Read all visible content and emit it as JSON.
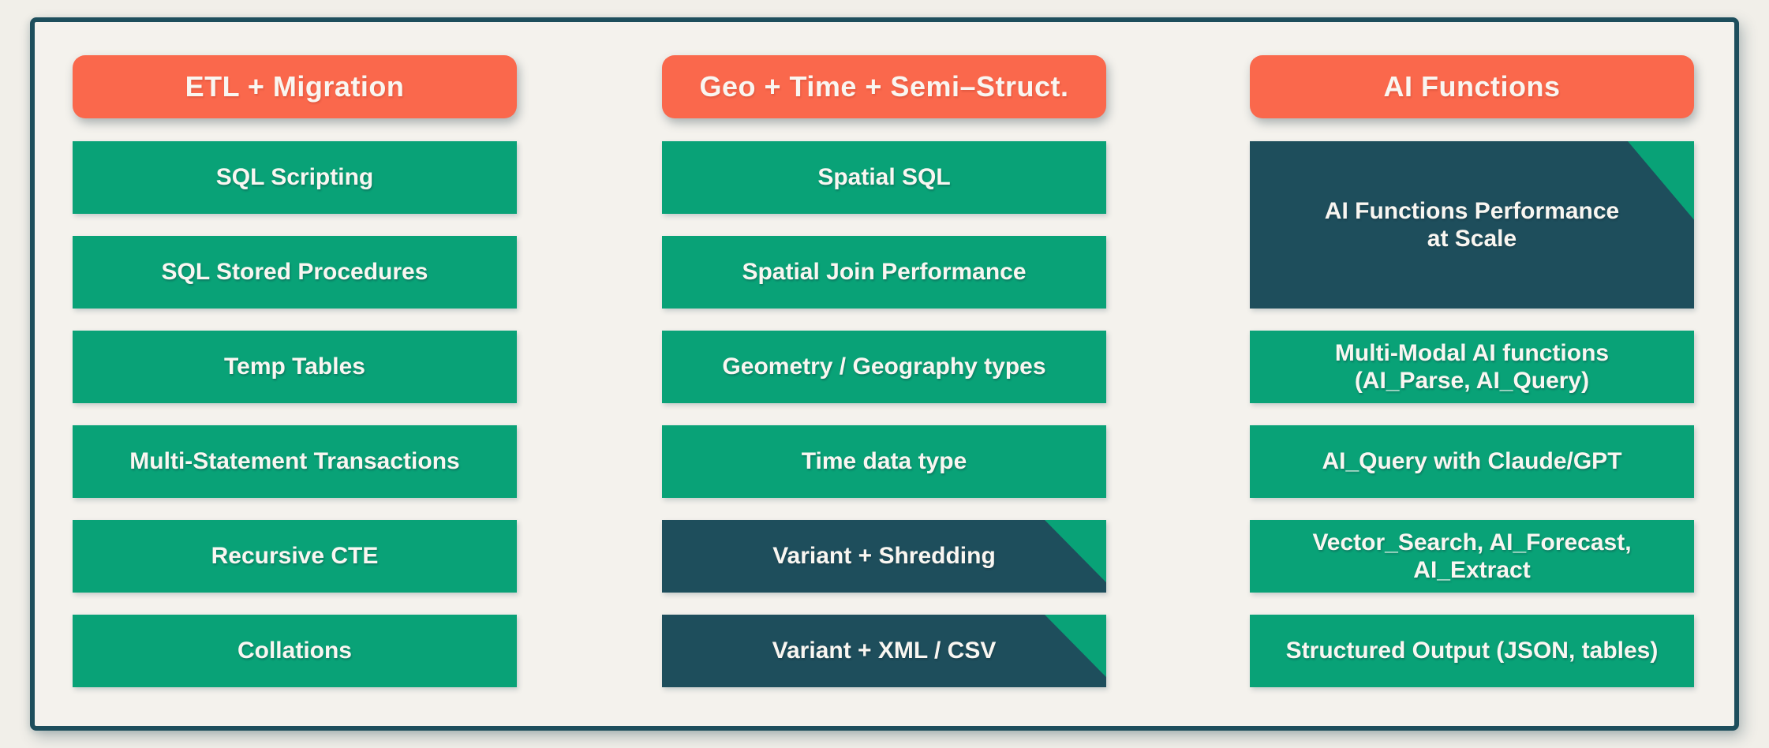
{
  "diagram": {
    "palette": {
      "accent_orange": "#fa684c",
      "green": "#09a277",
      "dark_teal": "#1e4e5c",
      "frame_border": "#1d4e5c",
      "background": "#f4f2ed",
      "text": "#f9f6f1"
    },
    "columns": [
      {
        "title": "ETL + Migration",
        "items": [
          {
            "label": "SQL Scripting",
            "variant": "green"
          },
          {
            "label": "SQL Stored Procedures",
            "variant": "green"
          },
          {
            "label": "Temp Tables",
            "variant": "green"
          },
          {
            "label": "Multi-Statement Transactions",
            "variant": "green"
          },
          {
            "label": "Recursive CTE",
            "variant": "green"
          },
          {
            "label": "Collations",
            "variant": "green"
          }
        ]
      },
      {
        "title": "Geo + Time + Semi–Struct.",
        "items": [
          {
            "label": "Spatial SQL",
            "variant": "green"
          },
          {
            "label": "Spatial Join Performance",
            "variant": "green"
          },
          {
            "label": "Geometry / Geography types",
            "variant": "green"
          },
          {
            "label": "Time data type",
            "variant": "green"
          },
          {
            "label": "Variant + Shredding",
            "variant": "dark"
          },
          {
            "label": "Variant + XML / CSV",
            "variant": "dark"
          }
        ]
      },
      {
        "title": "AI Functions",
        "items": [
          {
            "label": "AI Functions Performance\nat Scale",
            "variant": "dark-tall"
          },
          {
            "label": "Multi-Modal AI functions\n(AI_Parse, AI_Query)",
            "variant": "green"
          },
          {
            "label": "AI_Query with Claude/GPT",
            "variant": "green"
          },
          {
            "label": "Vector_Search, AI_Forecast,\nAI_Extract",
            "variant": "green"
          },
          {
            "label": "Structured Output (JSON, tables)",
            "variant": "green"
          }
        ]
      }
    ]
  }
}
